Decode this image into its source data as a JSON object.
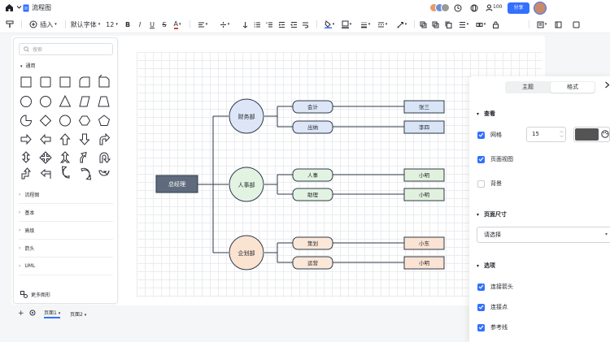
{
  "titlebar": {
    "title": "流程图",
    "collab_count": "100",
    "share_label": "分享"
  },
  "toolbar": {
    "insert_label": "插入",
    "font_family": "默认字体",
    "font_size": "12"
  },
  "shape_panel": {
    "search_placeholder": "搜索",
    "basic_section": "通用",
    "categories": [
      "流程图",
      "基本",
      "高级",
      "箭头",
      "UML"
    ],
    "more_shapes": "更多图形"
  },
  "pages": {
    "tabs": [
      "页面1",
      "页面2"
    ]
  },
  "diagram": {
    "root": "总经理",
    "departments": [
      {
        "name": "财务部",
        "color": "#dde6f7",
        "stroke": "#2f3a4a",
        "roles": [
          "会计",
          "出纳"
        ],
        "people": [
          "张三",
          "李四"
        ],
        "role_fill": "#dde6f7",
        "person_fill": "#d9e5f6"
      },
      {
        "name": "人事部",
        "color": "#e2f3e2",
        "stroke": "#2f3a4a",
        "roles": [
          "人事",
          "助理"
        ],
        "people": [
          "小明",
          "小明"
        ],
        "role_fill": "#e2f3e2",
        "person_fill": "#e1f1dd"
      },
      {
        "name": "企划部",
        "color": "#fbe3d1",
        "stroke": "#2f3a4a",
        "roles": [
          "策划",
          "运营"
        ],
        "people": [
          "小东",
          "小明"
        ],
        "role_fill": "#fbe7d8",
        "person_fill": "#fbe3d3"
      }
    ],
    "root_fill": "#5f6b7d"
  },
  "format_panel": {
    "tabs": [
      "主题",
      "格式"
    ],
    "active_tab": "格式",
    "view_section": "查看",
    "grid_label": "网格",
    "grid_size": "15",
    "grid_color": "#545454",
    "page_view_label": "页面视图",
    "background_label": "背景",
    "page_size_section": "页面尺寸",
    "page_size_placeholder": "请选择",
    "options_section": "选项",
    "options": [
      {
        "label": "连接箭头",
        "checked": true
      },
      {
        "label": "连接点",
        "checked": true
      },
      {
        "label": "参考线",
        "checked": true
      }
    ],
    "checked": {
      "grid": true,
      "page_view": true,
      "background": false
    }
  },
  "colors": {
    "accent": "#3370ff"
  }
}
